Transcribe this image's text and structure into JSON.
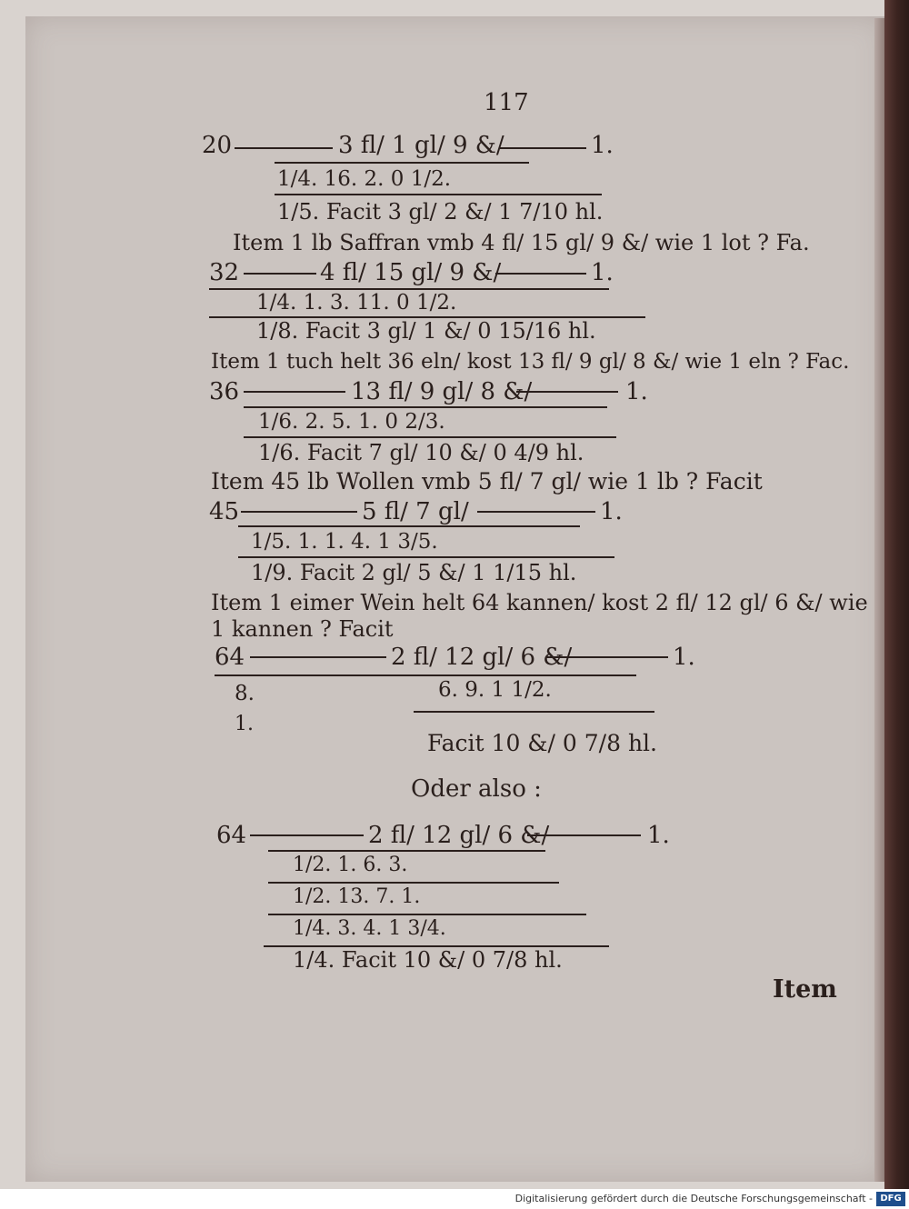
{
  "page_number": "117",
  "example1": {
    "row_main_left": "20",
    "row_main_mid": "3 fl/ 1 gl/ 9 &/",
    "row_main_right": "1.",
    "row2": "1/4.      16.    2.    0 1/2.",
    "row3": "1/5.   Facit 3 gl/ 2 &/ 1 7/10 hl."
  },
  "example2": {
    "question": "Item 1 lb Saffran vmb 4 fl/ 15 gl/ 9 &/ wie 1 lot ? Fa.",
    "row_main_left": "32",
    "row_main_mid": "4 fl/ 15 gl/ 9 &/",
    "row_main_right": "1.",
    "row2": "1/4.     1.    3.    11.    0 1/2.",
    "row3": "1/8.   Facit 3 gl/  1 &/  0 15/16 hl."
  },
  "example3": {
    "question": "Item 1 tuch helt 36 eln/ kost 13 fl/ 9 gl/ 8 &/ wie 1 eln ? Fac.",
    "row_main_left": "36",
    "row_main_mid": "13 fl/ 9 gl/ 8 &/",
    "row_main_right": "1.",
    "row2": "1/6.        2.    5.    1.    0 2/3.",
    "row3": "1/6.     Facit   7 gl/ 10 &/ 0 4/9 hl."
  },
  "example4": {
    "question": "Item 45 lb Wollen vmb 5 fl/ 7 gl/ wie 1 lb ? Facit",
    "row_main_left": "45",
    "row_main_mid": "5 fl/ 7 gl/",
    "row_main_right": "1.",
    "row2": "1/5.       1.    1.    4.    1 3/5.",
    "row3": "1/9.     Facit  2 gl/ 5 &/ 1 1/15 hl."
  },
  "example5": {
    "question_line1": "Item 1 eimer Wein helt 64 kannen/ kost 2 fl/ 12 gl/ 6 &/ wie",
    "question_line2": "1 kannen ? Facit",
    "row_main_left": "64",
    "row_main_mid": "2 fl/ 12 gl/ 6 &/",
    "row_main_right": "1.",
    "row2_left": "8.",
    "row2_right": "6.    9.    1 1/2.",
    "row3_left": "1.",
    "result": "Facit  10 &/ 0 7/8 hl."
  },
  "alternative": {
    "heading": "Oder also :",
    "row_main_left": "64",
    "row_main_mid": "2 fl/ 12 gl/ 6 &/",
    "row_main_right": "1.",
    "row2": "1/2.      1.     6.     3.",
    "row3": "1/2.             13.    7.    1.",
    "row4": "1/4.             3.    4.    1 3/4.",
    "row5": "1/4.          Facit  10 &/ 0 7/8 hl."
  },
  "catchword": "Item",
  "footer": {
    "text": "Digitalisierung gefördert durch die Deutsche Forschungsgemeinschaft -",
    "logo": "DFG"
  }
}
